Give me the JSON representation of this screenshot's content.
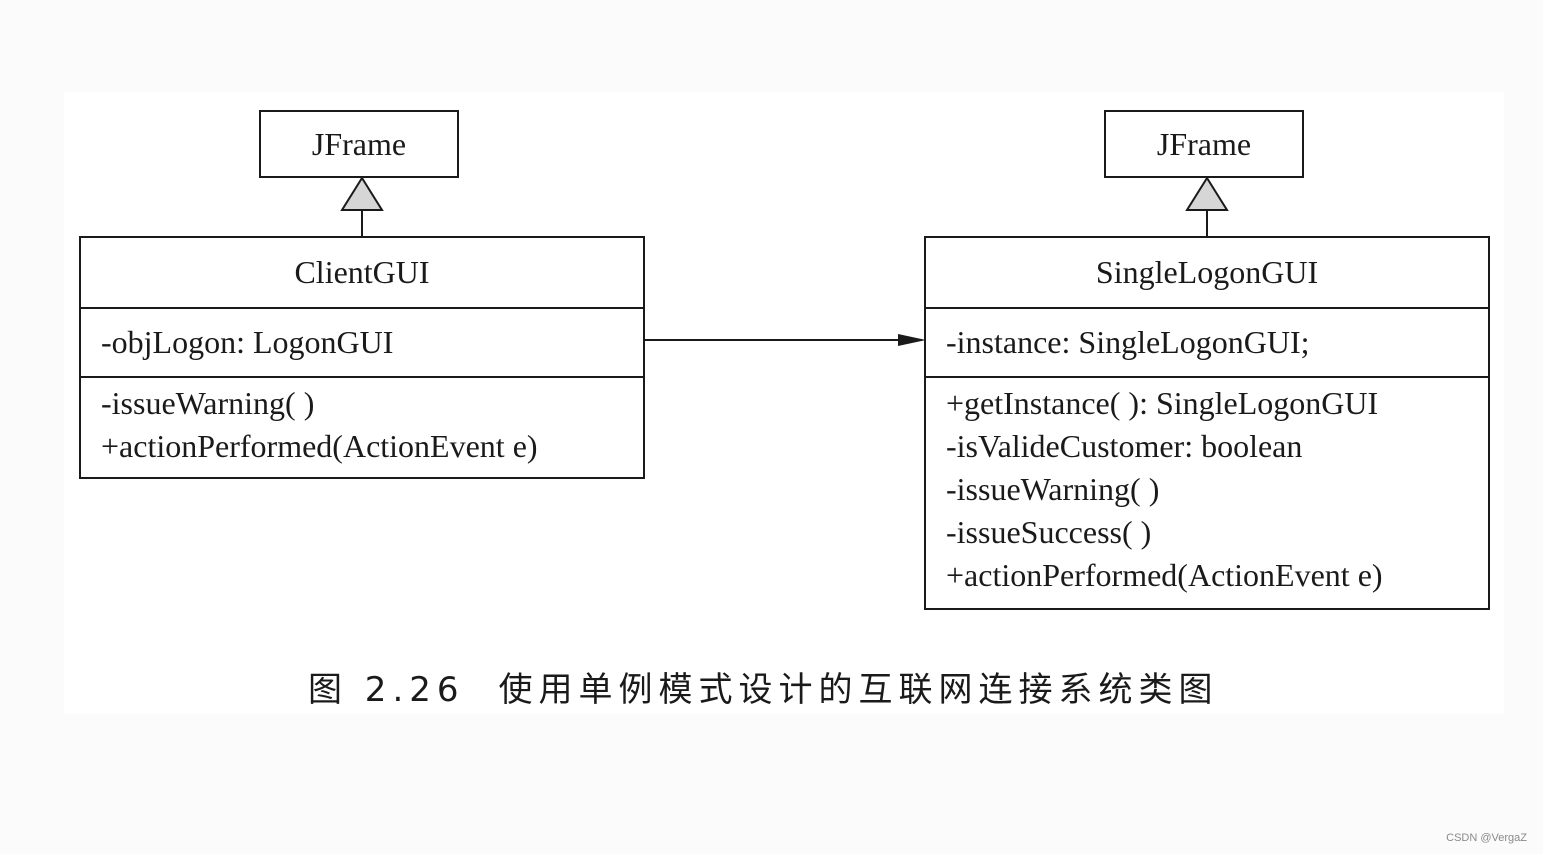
{
  "classes": {
    "jframe_left": {
      "name": "JFrame"
    },
    "jframe_right": {
      "name": "JFrame"
    },
    "client_gui": {
      "name": "ClientGUI",
      "attributes": [
        "-objLogon: LogonGUI"
      ],
      "methods": [
        "-issueWarning( )",
        "+actionPerformed(ActionEvent e)"
      ]
    },
    "single_logon_gui": {
      "name": "SingleLogonGUI",
      "attributes": [
        "-instance: SingleLogonGUI;"
      ],
      "methods": [
        "+getInstance( ): SingleLogonGUI",
        "-isValideCustomer: boolean",
        "-issueWarning( )",
        "-issueSuccess( )",
        "+actionPerformed(ActionEvent e)"
      ]
    }
  },
  "relationships": [
    {
      "type": "generalization",
      "from": "ClientGUI",
      "to": "JFrame"
    },
    {
      "type": "generalization",
      "from": "SingleLogonGUI",
      "to": "JFrame"
    },
    {
      "type": "association",
      "from": "ClientGUI",
      "to": "SingleLogonGUI"
    }
  ],
  "caption": {
    "number": "图 2.26",
    "text": "使用单例模式设计的互联网连接系统类图"
  },
  "watermark": "CSDN @VergaZ"
}
